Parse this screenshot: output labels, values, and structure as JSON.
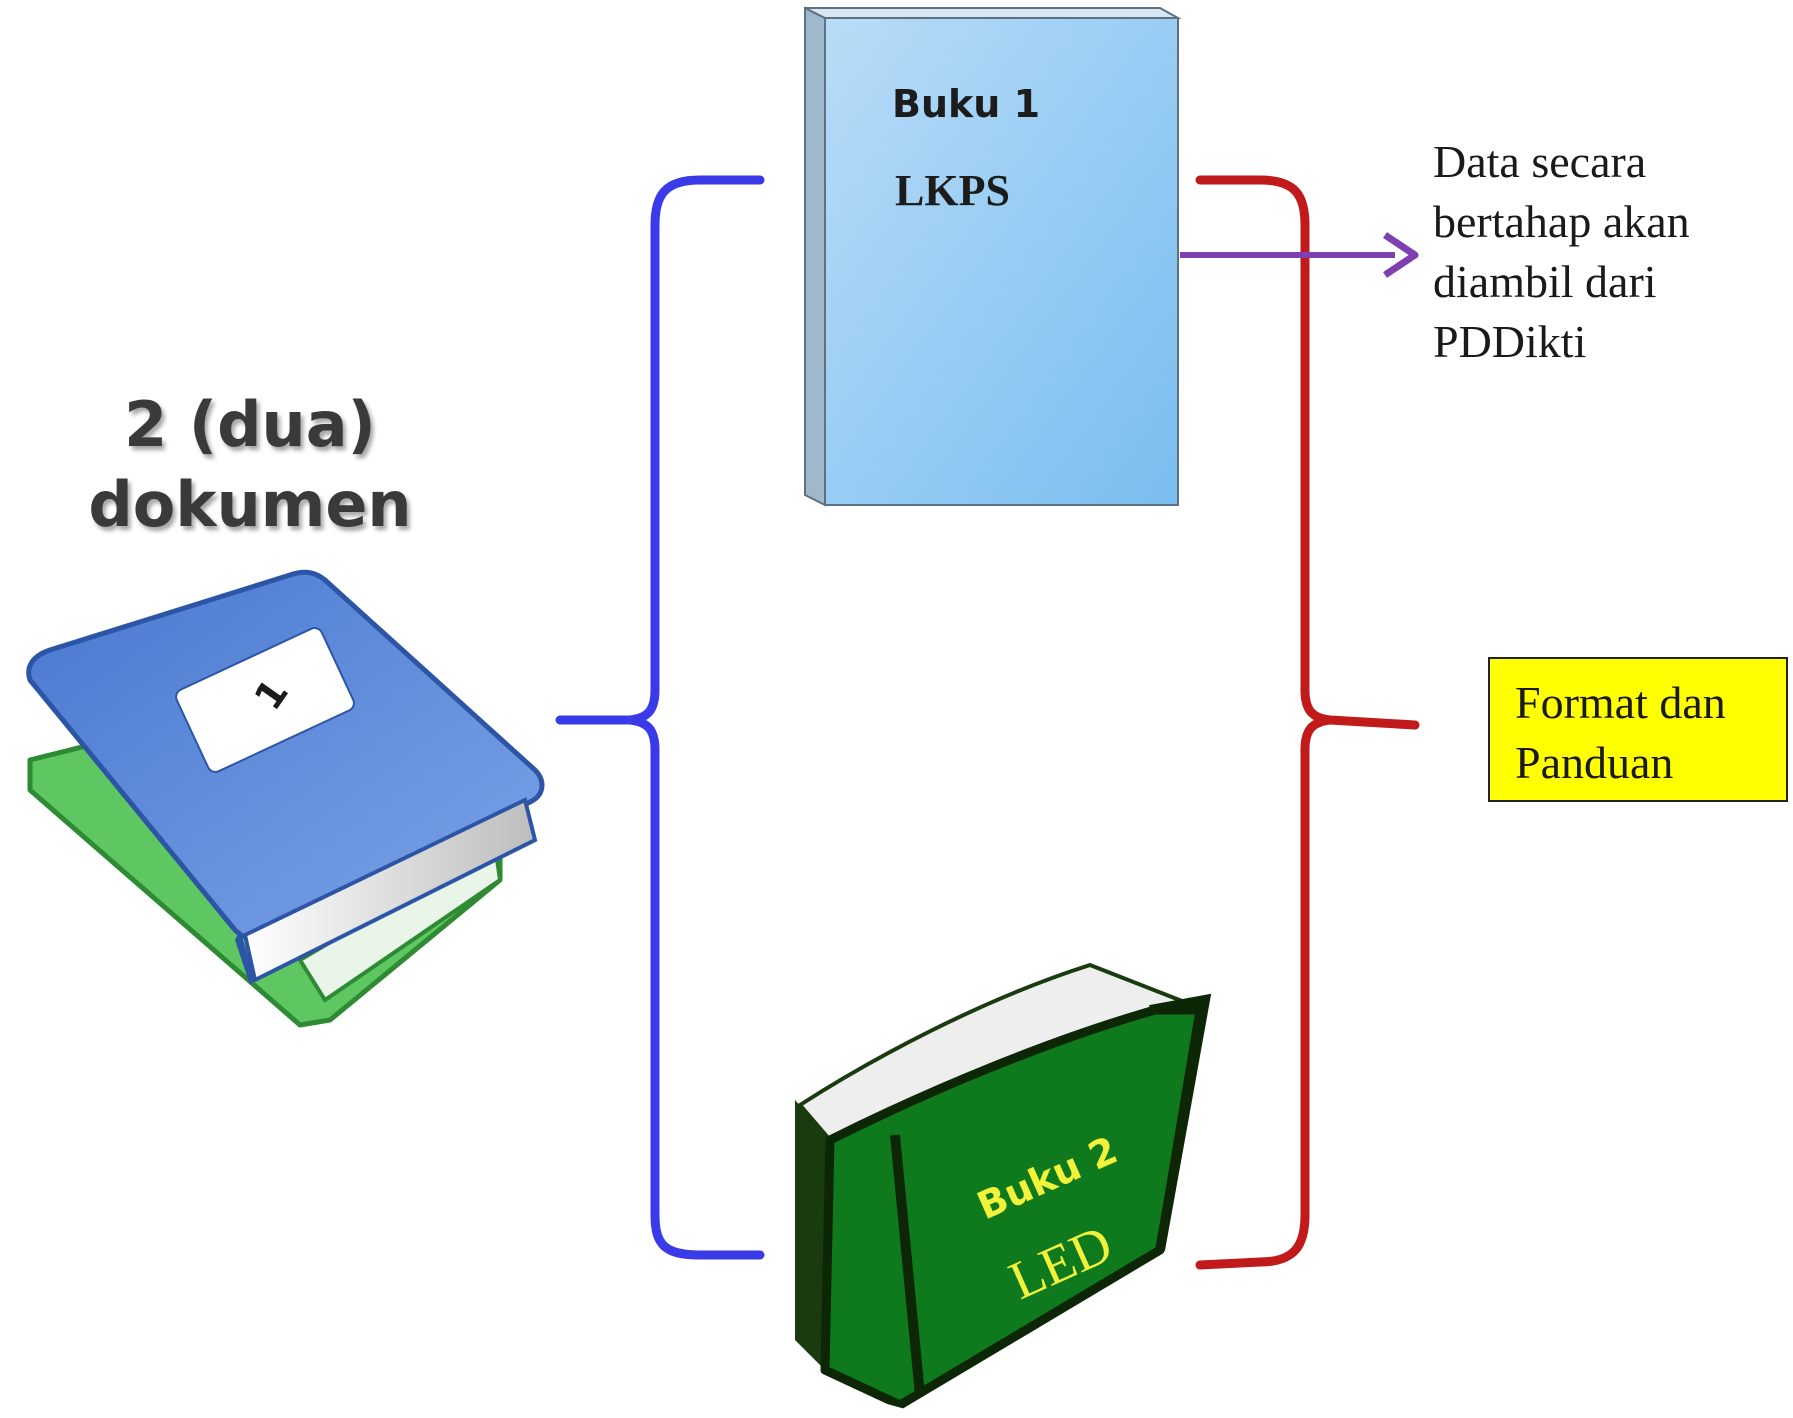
{
  "heading": {
    "line1": "2 (dua)",
    "line2": "dokumen"
  },
  "stack_book": {
    "label": "1",
    "colors": {
      "top": "#5b86d6",
      "bottom": "#55c15a"
    }
  },
  "book1": {
    "title": "Buku 1",
    "subtitle": "LKPS",
    "color": "#8fc8f2"
  },
  "book2": {
    "title": "Buku 2",
    "subtitle": "LED",
    "color": "#0e7a1d",
    "text_color": "#f2f23a"
  },
  "note": {
    "lines": [
      "Data secara",
      "bertahap akan",
      "diambil dari",
      "PDDikti"
    ]
  },
  "format_box": {
    "lines": [
      "Format dan",
      "Panduan"
    ],
    "color": "#ffff00"
  },
  "colors": {
    "left_brace": "#3a3ae8",
    "right_brace": "#c11a1a",
    "arrow": "#7e3fb0"
  }
}
